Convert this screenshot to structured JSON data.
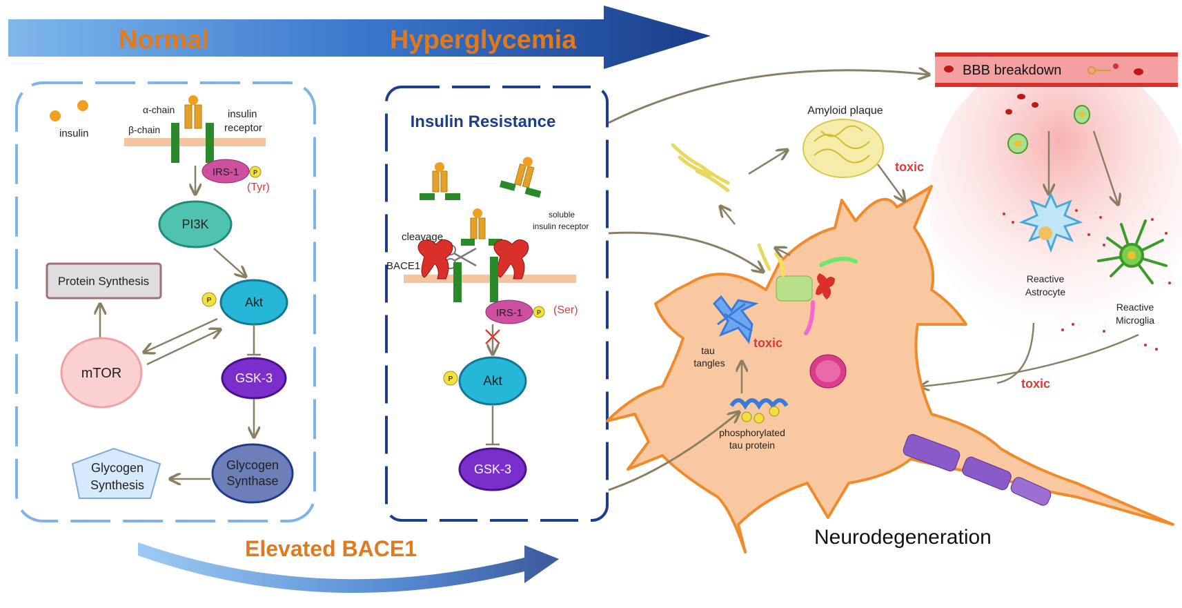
{
  "banner": {
    "normal": "Normal",
    "hyperglycemia": "Hyperglycemia",
    "elevated": "Elevated BACE1"
  },
  "normal_panel": {
    "insulin": "insulin",
    "alpha_chain": "α-chain",
    "beta_chain": "β-chain",
    "insulin_receptor_1": "insulin",
    "insulin_receptor_2": "receptor",
    "irs1": "IRS-1",
    "p": "P",
    "tyr": "(Tyr)",
    "pi3k": "PI3K",
    "akt": "Akt",
    "protein_synthesis": "Protein Synthesis",
    "mtor": "mTOR",
    "gsk3": "GSK-3",
    "glycogen_synthase_1": "Glycogen",
    "glycogen_synthase_2": "Synthase",
    "glycogen_synthesis_1": "Glycogen",
    "glycogen_synthesis_2": "Synthesis"
  },
  "resistance_panel": {
    "title": "Insulin Resistance",
    "soluble_1": "soluble",
    "soluble_2": "insulin receptor",
    "cleavage": "cleavage",
    "bace1": "BACE1",
    "irs1": "IRS-1",
    "p": "P",
    "ser": "(Ser)",
    "akt": "Akt",
    "gsk3": "GSK-3"
  },
  "neuro": {
    "bbb": "BBB breakdown",
    "amyloid": "Amyloid plaque",
    "toxic_amyloid": "toxic",
    "toxic_tau": "toxic",
    "toxic_glia": "toxic",
    "tau_tangles_1": "tau",
    "tau_tangles_2": "tangles",
    "phospho_1": "phosphorylated",
    "phospho_2": "tau protein",
    "astrocyte_1": "Reactive",
    "astrocyte_2": "Astrocyte",
    "microglia_1": "Reactive",
    "microglia_2": "Microglia",
    "neurodegeneration": "Neurodegeneration"
  },
  "colors": {
    "orange_text": "#e07a1f",
    "blue_dark": "#1c3f8c",
    "blue_light": "#7fb4e8",
    "toxic_red": "#d93a3a",
    "arrow": "#8a7f62",
    "pi3k": "#4fc3b0",
    "akt": "#25b6d8",
    "gsk3": "#7a2fcc",
    "glycogen_synthase": "#6d7fb8",
    "neuron": "#f9c8a0",
    "neuron_edge": "#f08a2a"
  }
}
